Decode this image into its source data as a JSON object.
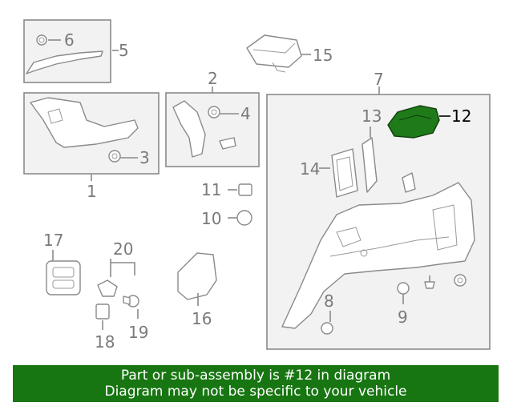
{
  "callouts": {
    "c1": "1",
    "c2": "2",
    "c3": "3",
    "c4": "4",
    "c5": "5",
    "c6": "6",
    "c7": "7",
    "c8": "8",
    "c9": "9",
    "c10": "10",
    "c11": "11",
    "c12": "12",
    "c13": "13",
    "c14": "14",
    "c15": "15",
    "c16": "16",
    "c17": "17",
    "c18": "18",
    "c19": "19",
    "c20": "20"
  },
  "highlighted_part": "12",
  "colors": {
    "highlight_fill": "#1f7a1a",
    "banner_bg": "#187612",
    "line": "#8a8a8a"
  },
  "banner": {
    "line1": "Part or sub-assembly is #12 in diagram",
    "line2": "Diagram may not be specific to your vehicle"
  }
}
